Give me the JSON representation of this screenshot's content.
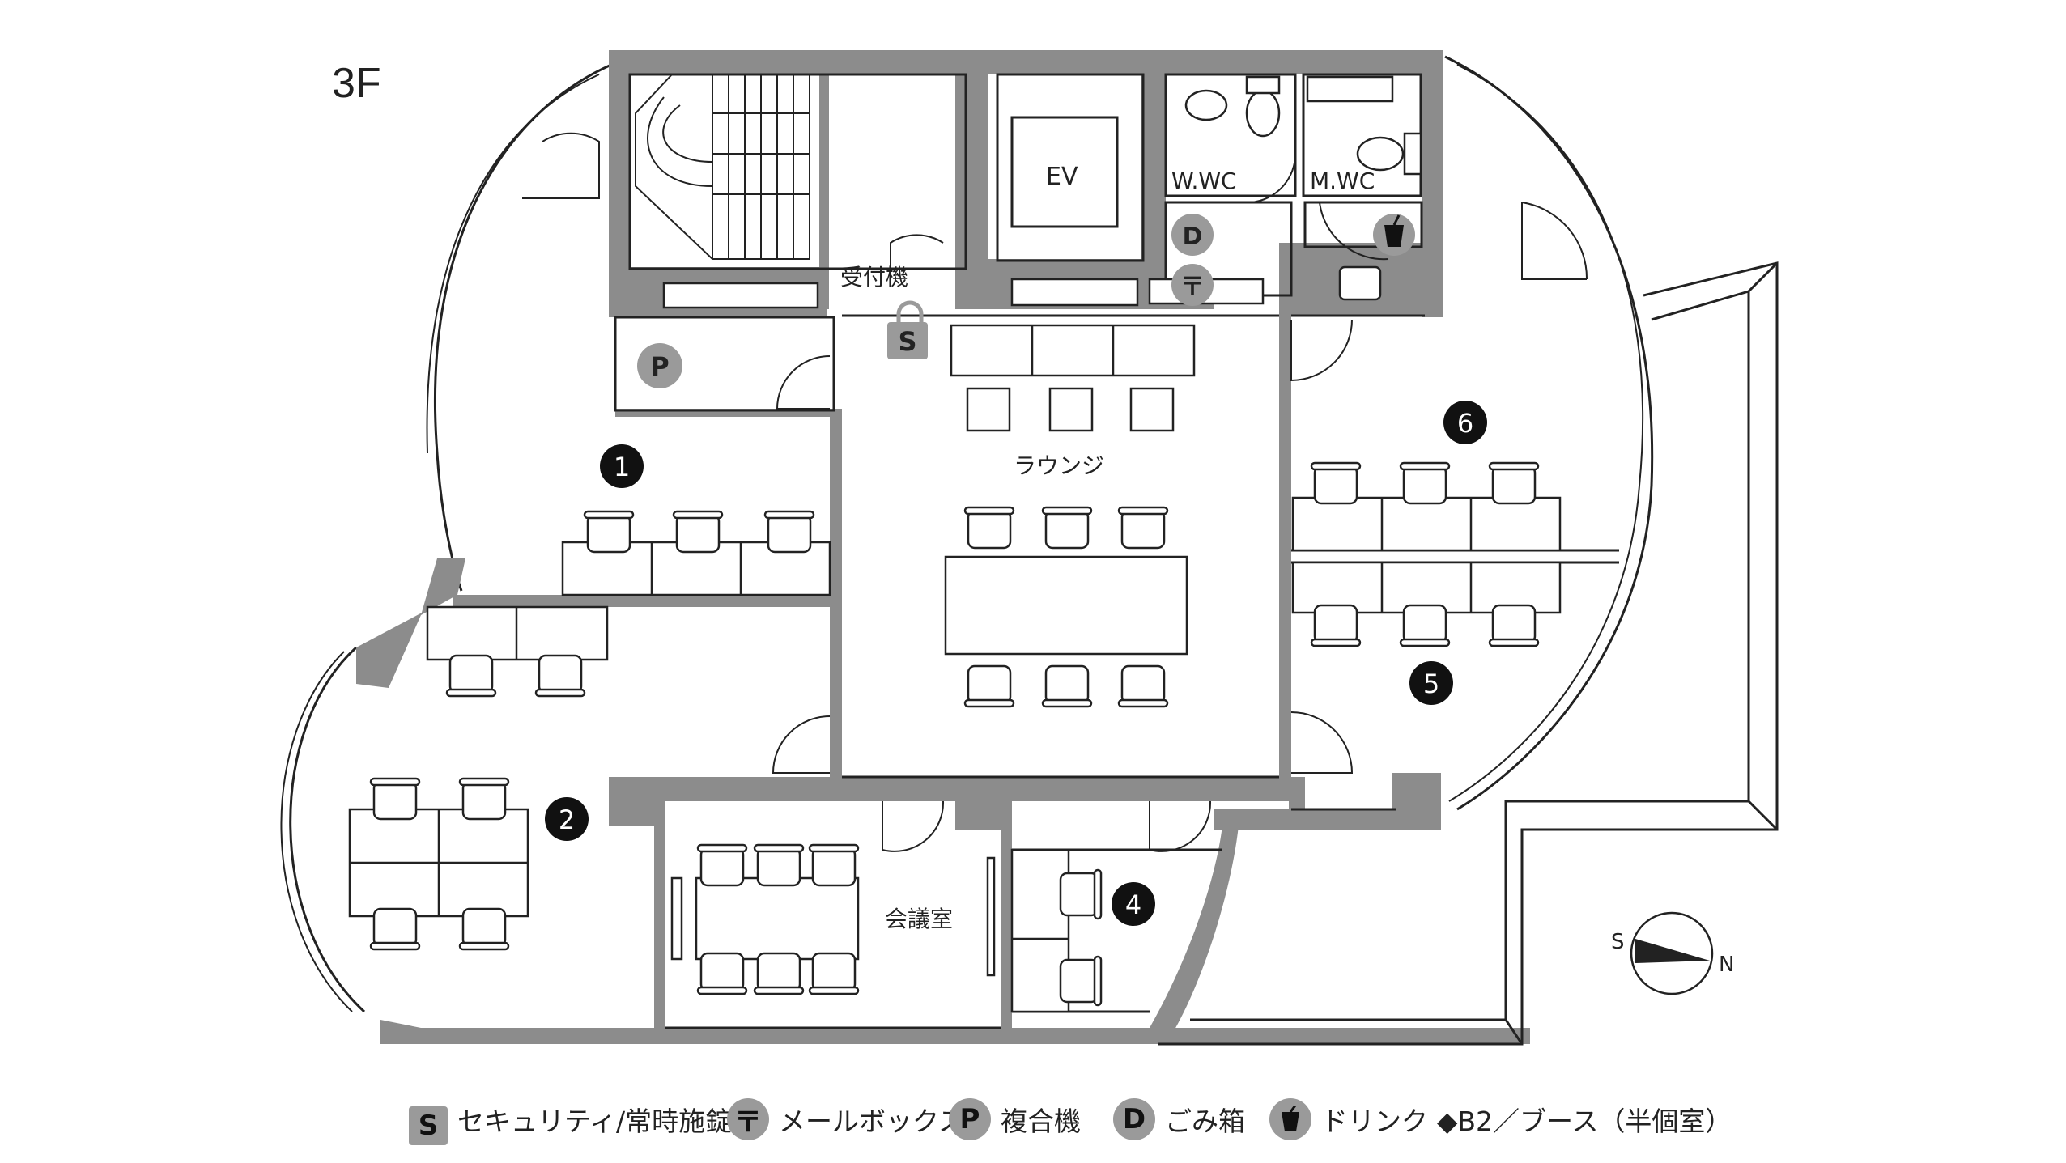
{
  "floor": "3F",
  "labels": {
    "reception": "受付機",
    "ev": "EV",
    "wwc": "W.WC",
    "mwc": "M.WC",
    "lounge": "ラウンジ",
    "meeting": "会議室"
  },
  "markers": {
    "security": "S",
    "copier": "P",
    "trash": "D",
    "mail": "〒"
  },
  "rooms": {
    "r1": "1",
    "r2": "2",
    "r4": "4",
    "r5": "5",
    "r6": "6"
  },
  "compass": {
    "south": "S",
    "north": "N"
  },
  "legend": {
    "security": {
      "icon": "S",
      "text": "セキュリティ/常時施錠"
    },
    "mail": {
      "icon": "〒",
      "text": "メールボックス"
    },
    "copier": {
      "icon": "P",
      "text": "複合機"
    },
    "trash": {
      "icon": "D",
      "text": "ごみ箱"
    },
    "drink": {
      "text": "ドリンク"
    },
    "booth": {
      "text": "◆B2／ブース（半個室）"
    }
  },
  "colors": {
    "wall": "#8c8c8c",
    "marker": "#9a9a9a",
    "room_badge": "#111111",
    "line": "#222222"
  }
}
